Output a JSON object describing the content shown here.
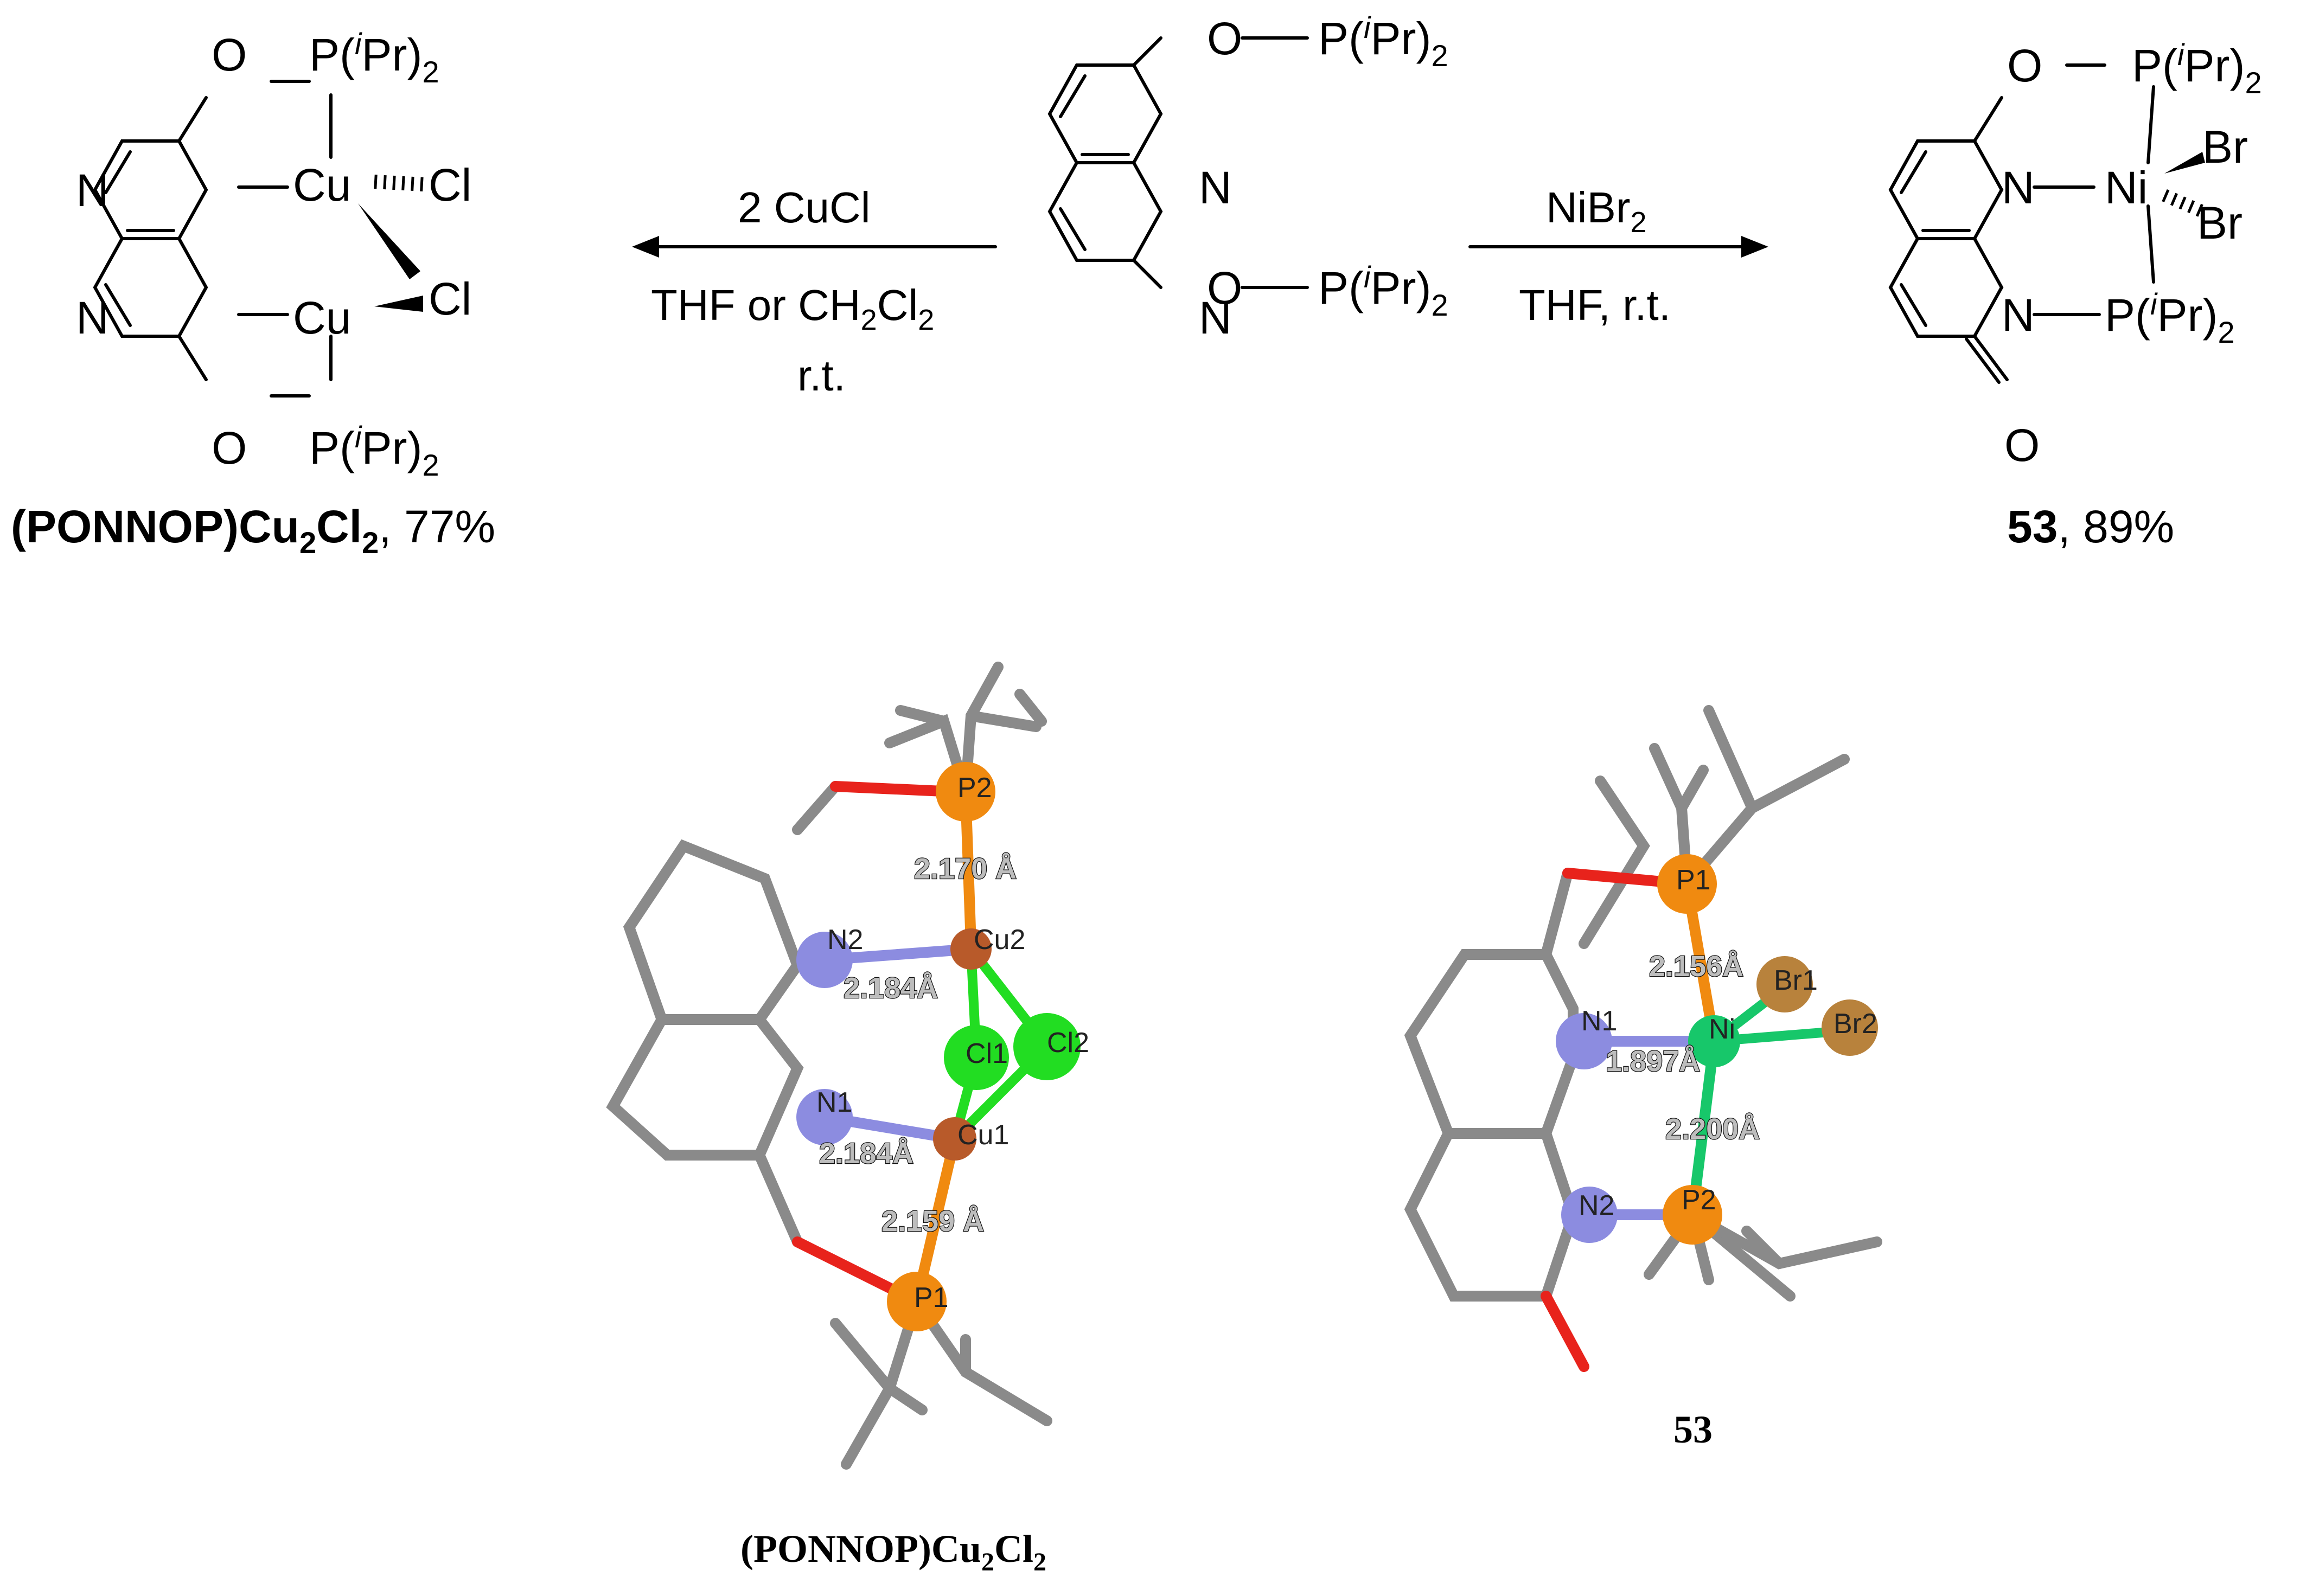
{
  "colors": {
    "carbon": "#8a8a8a",
    "oxygen": "#e8231c",
    "nitrogen": "#8c8ce0",
    "phosphorus": "#f08a10",
    "copper": "#b85a2a",
    "chlorine": "#22dd22",
    "nickel": "#17c76a",
    "bromine": "#b8823c"
  },
  "scheme": {
    "ligand": {
      "o_top": "O",
      "o_bottom": "O",
      "n_top": "N",
      "n_bottom": "N",
      "p_top_text": "P(",
      "p_top_sup": "i",
      "p_top_pr": "Pr)",
      "p_top_sub": "2",
      "p_bottom_text": "P(",
      "p_bottom_sup": "i",
      "p_bottom_pr": "Pr)",
      "p_bottom_sub": "2"
    },
    "left_arrow": {
      "above": "2 CuCl",
      "below_line1_a": "THF or CH",
      "below_line1_sub": "2",
      "below_line1_b": "Cl",
      "below_line1_sub2": "2",
      "below_line2": "r.t."
    },
    "right_arrow": {
      "above_a": "NiBr",
      "above_sub": "2",
      "below": "THF, r.t."
    },
    "cu_complex": {
      "o_top": "O",
      "o_bottom": "O",
      "n_top": "N",
      "n_bottom": "N",
      "cu_top": "Cu",
      "cu_bottom": "Cu",
      "cl_top": "Cl",
      "cl_bottom": "Cl",
      "p_top_text": "P(",
      "p_top_sup": "i",
      "p_top_pr": "Pr)",
      "p_top_sub": "2",
      "p_bottom_text": "P(",
      "p_bottom_sup": "i",
      "p_bottom_pr": "Pr)",
      "p_bottom_sub": "2",
      "label_a": "(PONNOP)Cu",
      "label_sub1": "2",
      "label_b": "Cl",
      "label_sub2": "2",
      "yield": ", 77%"
    },
    "ni_complex": {
      "o_top": "O",
      "o_carbonyl": "O",
      "n_top": "N",
      "n_bottom": "N",
      "ni": "Ni",
      "br_top": "Br",
      "br_bottom": "Br",
      "p_top_text": "P(",
      "p_top_sup": "i",
      "p_top_pr": "Pr)",
      "p_top_sub": "2",
      "p_bottom_text": "P(",
      "p_bottom_sup": "i",
      "p_bottom_pr": "Pr)",
      "p_bottom_sub": "2",
      "label": "53",
      "yield": ", 89%"
    }
  },
  "crystal_cu": {
    "atoms": {
      "p2": "P2",
      "n2": "N2",
      "cu2": "Cu2",
      "cl1": "Cl1",
      "cl2": "Cl2",
      "n1": "N1",
      "cu1": "Cu1",
      "p1": "P1"
    },
    "distances": {
      "p2_cu2": "2.170 Å",
      "n2_cu2": "2.184Å",
      "n1_cu1": "2.184Å",
      "cu1_p1": "2.159 Å"
    },
    "caption_a": "(PONNOP)Cu",
    "caption_sub1": "2",
    "caption_b": "Cl",
    "caption_sub2": "2"
  },
  "crystal_ni": {
    "atoms": {
      "p1": "P1",
      "br1": "Br1",
      "n1": "N1",
      "ni": "Ni",
      "br2": "Br2",
      "n2": "N2",
      "p2": "P2"
    },
    "distances": {
      "p1_ni": "2.156Å",
      "n1_ni": "1.897Å",
      "ni_p2": "2.200Å"
    },
    "caption": "53"
  }
}
